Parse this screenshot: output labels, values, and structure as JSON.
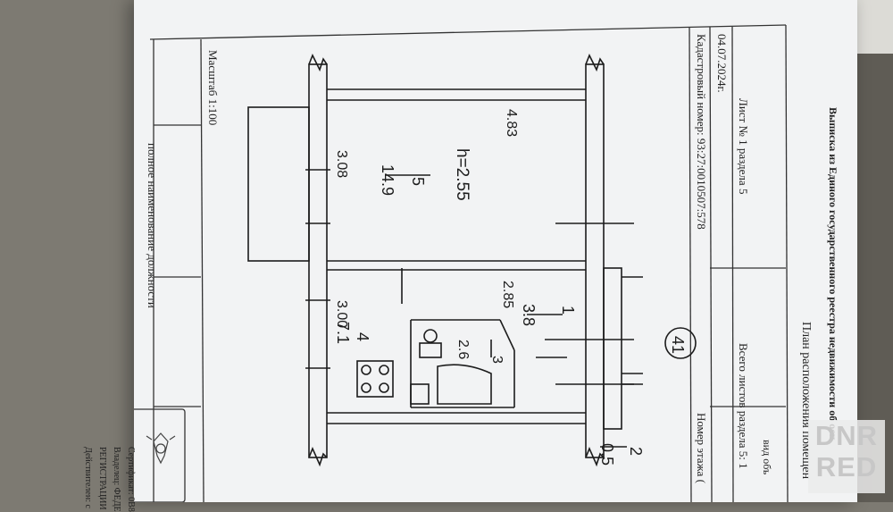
{
  "header": {
    "extract_title": "Выписка из Единого государственного реестра недвижимости об осн",
    "plan_title": "План расположения помещен",
    "view_label": "вид объ",
    "date": "04.07.2024г.",
    "sheet_label": "Лист № 1 раздела 5",
    "total_sheets_label": "Всего листов раздела 5: 1",
    "cadastral_label": "Кадастровый номер: 93:27:0010507:578",
    "floor_label": "Номер этажа (",
    "scale_label": "Масштаб 1:100",
    "position_label": "полное наименование должности"
  },
  "stamp": {
    "lines": [
      "Сертификат: 0B8",
      "Владелец: ФЕДЕ",
      "РЕГИСТРАЦИИ",
      "Действителен: с"
    ]
  },
  "plan": {
    "apartment_number": "41",
    "height": "h=2.55",
    "dimensions": [
      "4.83",
      "3.08",
      "2.85",
      "3.00"
    ],
    "rooms": [
      {
        "number": "5",
        "area": "14.9"
      },
      {
        "number": "4",
        "area": "7.1"
      },
      {
        "number": "1",
        "area": "3.8"
      },
      {
        "number": "3",
        "area": "2.6"
      },
      {
        "number": "2",
        "area": "0.5"
      }
    ]
  },
  "watermark": {
    "line1": "DNR",
    "line2": "RED"
  },
  "colors": {
    "paper": "#f2f3f4",
    "ink": "#1c1c1c",
    "background": "#7d7a72"
  }
}
